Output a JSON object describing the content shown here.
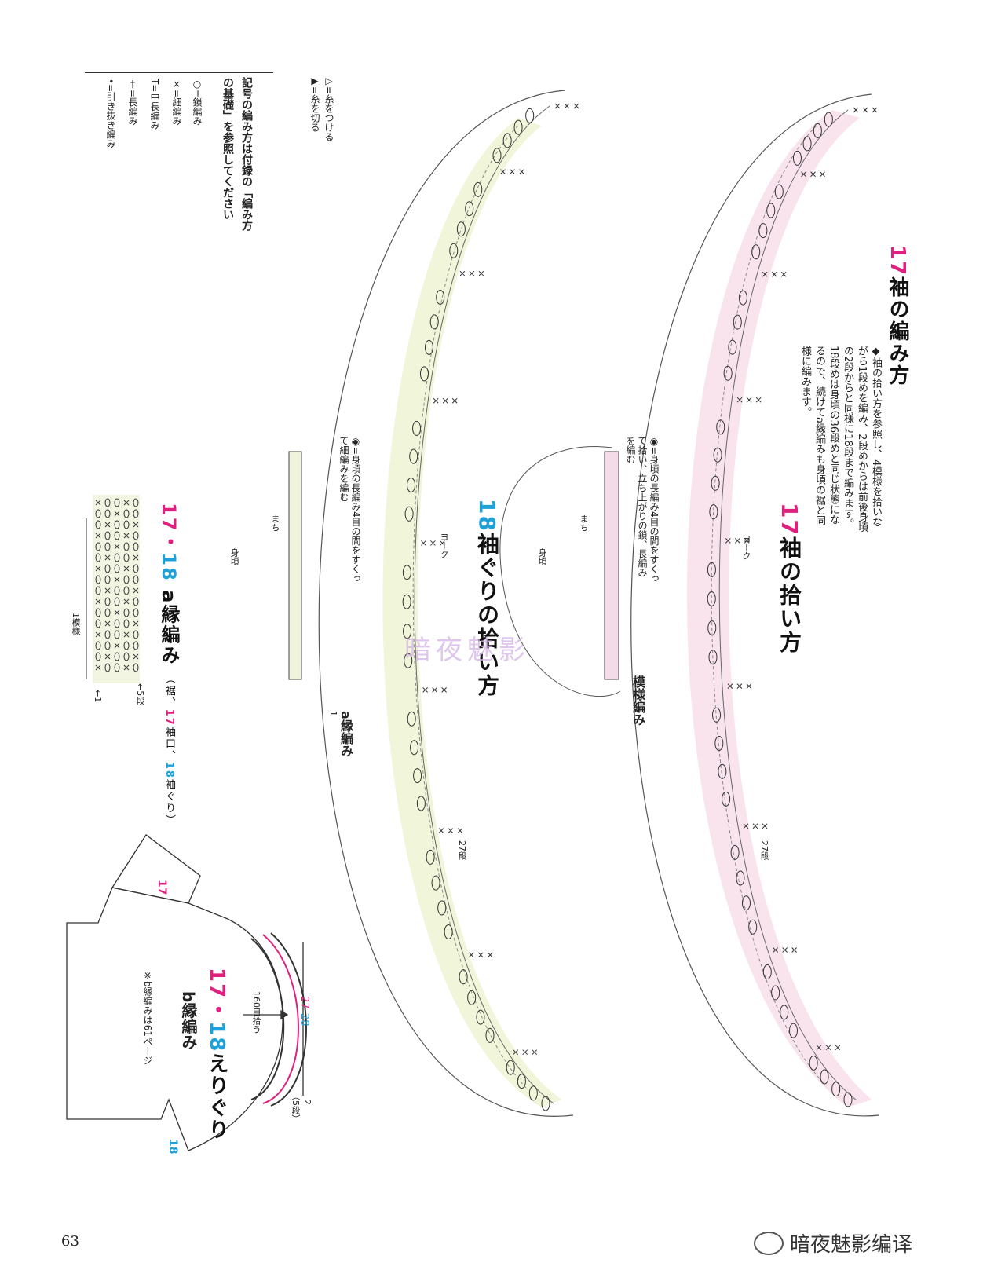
{
  "page_number": "63",
  "watermark_text": "暗夜魅影编译",
  "overlay_watermark": "暗夜魅影",
  "legend": {
    "items": [
      {
        "symbol": "▷",
        "text": "=糸をつける"
      },
      {
        "symbol": "▶",
        "text": "=糸を切る"
      }
    ],
    "reference_note": "記号の編み方は付録の「編み方の基礎」を参照してください",
    "symbols": [
      {
        "symbol": "○",
        "text": "=鎖編み"
      },
      {
        "symbol": "×",
        "text": "=細編み"
      },
      {
        "symbol": "T",
        "text": "=中長編み"
      },
      {
        "symbol": "‡",
        "text": "=長編み"
      },
      {
        "symbol": "•",
        "text": "=引き抜き編み"
      }
    ]
  },
  "section17": {
    "header_num": "17",
    "header_text": "袖の編み方",
    "instructions": "◆袖の拾い方を参照し、4模様を拾いながら1段めを編み、2段めからは前後身頃の2段からと同様に18段まで編みます。18段めは身頃の36段めと同じ状態になるので、続けてa縁編みも身頃の裾と同様に編みます。",
    "pickup_num": "17",
    "pickup_title": "袖の拾い方",
    "yoke": "ヨーク",
    "machi": "まち",
    "body": "身頃",
    "pattern_label": "模様編み",
    "stitch_note": "◉=身頃の長編み4目の間をすくって拾い、立ち上がりの鎖、長編みを編む",
    "row27": "27段"
  },
  "section18": {
    "num": "18",
    "title": "袖ぐりの拾い方",
    "yoke": "ヨーク",
    "machi": "まち",
    "body": "身頃",
    "stitch_note": "◉=身頃の長編み4目の間をすくって細編みを編む",
    "edge_label": "a縁編み",
    "row27": "27段",
    "row1": "1"
  },
  "edging_a": {
    "num_pink": "17",
    "dot": "・",
    "num_blue": "18",
    "title": "a縁編み",
    "paren_open": "（裾、",
    "paren_num17": "17",
    "paren_mid": "袖口、",
    "paren_num18": "18",
    "paren_end": "袖ぐり）",
    "row5": "←5段",
    "row1": "←1",
    "repeat": "1模様"
  },
  "edging_b": {
    "num_pink": "17",
    "dot": "・",
    "num_blue": "18",
    "title_line1": "えりぐり",
    "title_line2": "b縁編み",
    "note": "※b縁編みは61ページ",
    "pick_count": "160目拾う",
    "size27": "27",
    "size28": "28",
    "rows": "2",
    "rows_paren": "（5段）",
    "label17": "17",
    "label18": "18"
  },
  "colors": {
    "pink": "#e0207e",
    "blue": "#1da1d8",
    "pink_band": "#f6d9e6",
    "green_band": "#eef3d0"
  }
}
